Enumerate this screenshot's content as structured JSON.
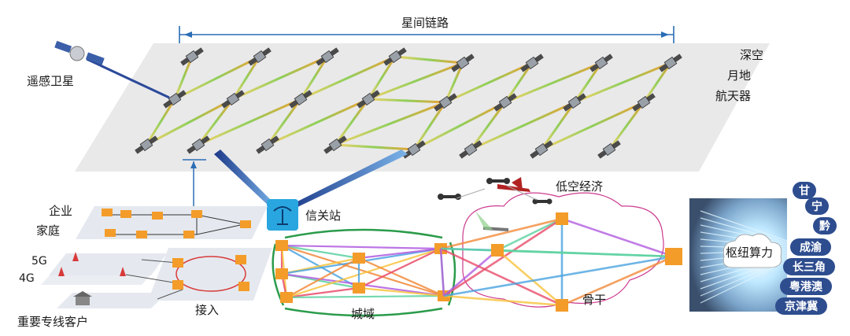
{
  "title": "星间链路",
  "labels": {
    "remote_sensing": "遥感卫星",
    "deep_space": "深空",
    "earth_moon": "月地",
    "spacecraft": "航天器",
    "gateway": "信关站",
    "low_altitude": "低空经济",
    "enterprise": "企业",
    "home": "家庭",
    "g5": "5G",
    "g4": "4G",
    "private_line": "重要专线客户",
    "access": "接入",
    "metro": "城域",
    "backbone": "骨干",
    "hub_compute": "枢纽算力"
  },
  "regions": [
    "甘",
    "宁",
    "黔",
    "成渝",
    "长三角",
    "粤港澳",
    "京津冀"
  ],
  "colors": {
    "plane": "#e9e9ea",
    "link": "#f0b323",
    "node": "#f39c2a",
    "region": "#2e4d8f",
    "arrow": "#2a6db5",
    "gateway": "#29a6df"
  }
}
